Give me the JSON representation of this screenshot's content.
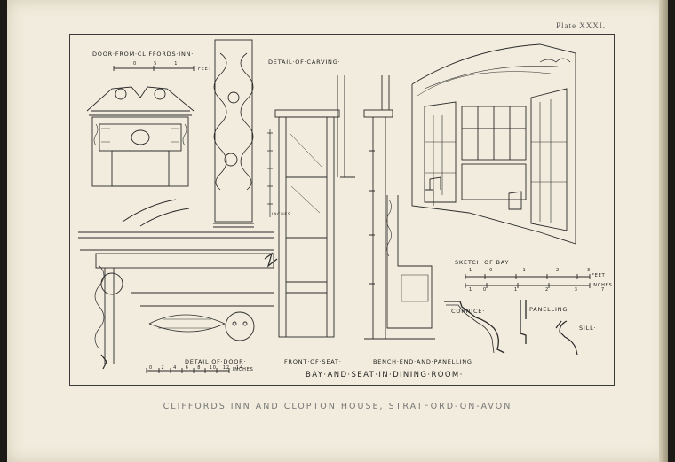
{
  "plate": {
    "number": "Plate XXXI."
  },
  "labels": {
    "door_from_cliffords_inn": "DOOR·FROM·CLIFFORDS·INN·",
    "detail_of_carving": "DETAIL·OF·CARVING·",
    "sketch_of_bay": "SKETCH·OF·BAY·",
    "cornice": "CORNICE·",
    "panelling": "PANELLING",
    "sill": "SILL·",
    "detail_of_door": "DETAIL·OF·DOOR·",
    "front_of_seat": "FRONT·OF·SEAT·",
    "bench_end_and_panelling": "BENCH·END·AND·PANELLING",
    "bay_and_seat": "BAY·AND·SEAT·IN·DINING·ROOM·"
  },
  "scales": {
    "door_scale": {
      "ticks": [
        "0",
        "5",
        "1"
      ],
      "unit": "FEET"
    },
    "carving_scale": {
      "unit": "INCHES"
    },
    "bay_scale_feet": {
      "ticks": [
        "1",
        "0",
        "1",
        "2",
        "3"
      ],
      "unit": "FEET"
    },
    "bay_scale_inches": {
      "ticks": [
        "1",
        "0",
        "1",
        "2",
        "3",
        "7"
      ],
      "unit": "INCHES"
    },
    "detail_door_scale": {
      "ticks": [
        "0",
        "2",
        "4",
        "6",
        "8",
        "10",
        "12",
        "14"
      ],
      "unit": "INCHES"
    }
  },
  "footer": {
    "caption": "CLIFFORDS INN AND CLOPTON HOUSE, STRATFORD-ON-AVON"
  },
  "colors": {
    "paper": "#f1ecdd",
    "ink": "#2a2a2a",
    "background": "#1c1a17"
  }
}
